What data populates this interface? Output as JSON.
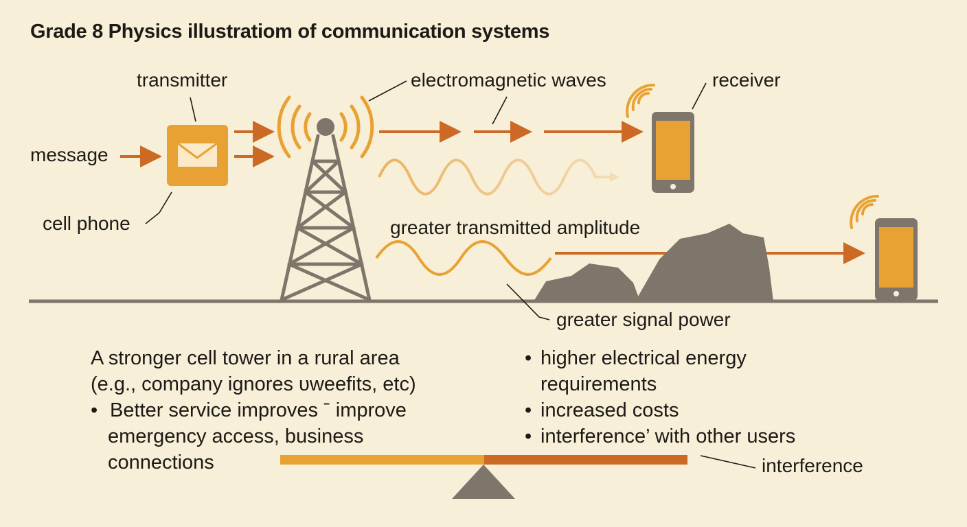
{
  "title": "Grade 8 Physics illustratiom of communication systems",
  "labels": {
    "transmitter": "transmitter",
    "message": "message",
    "cell_phone": "cell phone",
    "electromagnetic_waves": "electromagnetic waves",
    "receiver": "receiver",
    "greater_amplitude": "greater transmitted amplitude",
    "greater_power": "greater signal power",
    "interference": "interference"
  },
  "left_block": {
    "line1": "A stronger cell tower in a rural area",
    "line2": "(e.g., company ignores υweefits, etc)",
    "bullet1_line1": "Better service improves ˉ improve",
    "bullet1_line2": "emergency access, business",
    "bullet1_line3": "connections"
  },
  "right_block": {
    "bullet1_line1": "higher electrical energy",
    "bullet1_line2": "requirements",
    "bullet2": "increased costs",
    "bullet3": "interference’ with other users"
  },
  "bullet_symbol": "•",
  "colors": {
    "background": "#f8efd8",
    "orange": "#e8a233",
    "dark_orange": "#cc6a25",
    "gray": "#7e766a",
    "text": "#1c1a16"
  },
  "icons": {
    "message_box": "envelope-icon",
    "tower": "cell-tower-icon",
    "receiver_phone": "smartphone-icon",
    "remote_phone": "smartphone-icon",
    "balance": "seesaw-icon"
  }
}
